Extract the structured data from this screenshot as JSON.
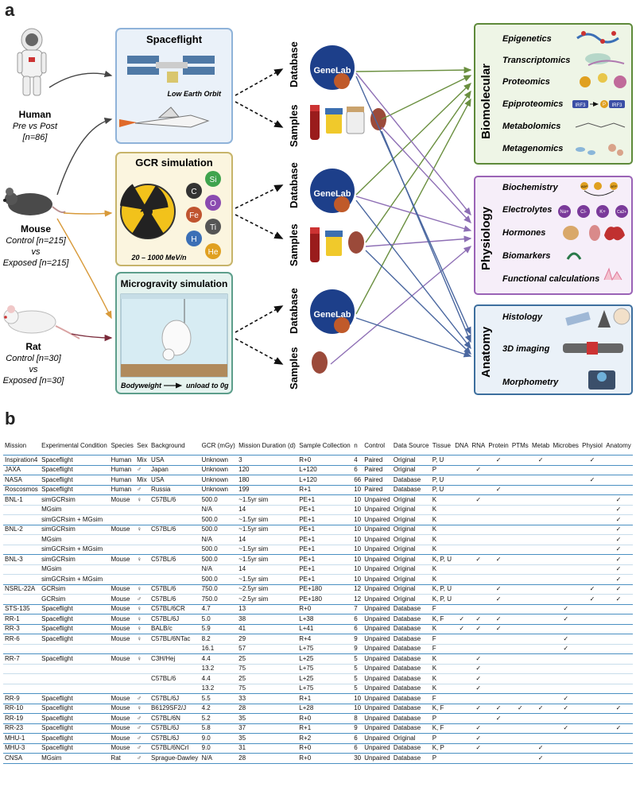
{
  "panel_a": {
    "letter": "a",
    "sources": {
      "human": {
        "name": "Human",
        "detail1": "Pre vs Post",
        "detail2": "[n=86]"
      },
      "mouse": {
        "name": "Mouse",
        "detail1": "Control [n=215]",
        "detail2": "vs",
        "detail3": "Exposed [n=215]"
      },
      "rat": {
        "name": "Rat",
        "detail1": "Control [n=30]",
        "detail2": "vs",
        "detail3": "Exposed [n=30]"
      }
    },
    "conditions": {
      "spaceflight": {
        "title": "Spaceflight",
        "caption": "Low Earth Orbit"
      },
      "gcr": {
        "title": "GCR simulation",
        "caption": "20 – 1000 MeV/n",
        "elements": [
          "Si",
          "C",
          "O",
          "Fe",
          "Ti",
          "H",
          "He"
        ]
      },
      "microgravity": {
        "title": "Microgravity simulation",
        "caption_left": "Bodyweight",
        "caption_right": "unload to 0g"
      }
    },
    "channels": {
      "database": "Database",
      "samples": "Samples",
      "genelab": "GeneLab"
    },
    "outputs": {
      "biomolecular": {
        "title": "Biomolecular",
        "items": [
          "Epigenetics",
          "Transcriptomics",
          "Proteomics",
          "Epiproteomics",
          "Metabolomics",
          "Metagenomics"
        ]
      },
      "physiology": {
        "title": "Physiology",
        "items": [
          "Biochemistry",
          "Electrolytes",
          "Hormones",
          "Biomarkers",
          "Functional calculations"
        ]
      },
      "anatomy": {
        "title": "Anatomy",
        "items": [
          "Histology",
          "3D imaging",
          "Morphometry"
        ]
      }
    },
    "icon_labels": {
      "irf3": "IRF3",
      "p": "P",
      "adp": "ADP",
      "atp": "ATP",
      "na": "Na+",
      "cl": "Cl-",
      "k": "K+",
      "ca": "Ca2+"
    }
  },
  "panel_b": {
    "letter": "b",
    "headers": [
      "Mission",
      "Experimental Condition",
      "Species",
      "Sex",
      "Background",
      "GCR (mGy)",
      "Mission Duration (d)",
      "Sample Collection",
      "n",
      "Control",
      "Data Source",
      "Tissue",
      "DNA",
      "RNA",
      "Protein",
      "PTMs",
      "Metab",
      "Microbes",
      "Physiol",
      "Anatomy"
    ],
    "rows": [
      {
        "m": "Inspiration4",
        "c": "Spaceflight",
        "sp": "Human",
        "sx": "Mix",
        "bg": "USA",
        "gcr": "Unknown",
        "d": "3",
        "sc": "R+0",
        "n": "4",
        "ctl": "Paired",
        "ds": "Original",
        "t": "P, U",
        "chk": [
          0,
          0,
          1,
          0,
          1,
          0,
          1,
          0
        ]
      },
      {
        "m": "JAXA",
        "c": "Spaceflight",
        "sp": "Human",
        "sx": "♂",
        "bg": "Japan",
        "gcr": "Unknown",
        "d": "120",
        "sc": "L+120",
        "n": "6",
        "ctl": "Paired",
        "ds": "Original",
        "t": "P",
        "chk": [
          0,
          1,
          0,
          0,
          0,
          0,
          0,
          0
        ]
      },
      {
        "m": "NASA",
        "c": "Spaceflight",
        "sp": "Human",
        "sx": "Mix",
        "bg": "USA",
        "gcr": "Unknown",
        "d": "180",
        "sc": "L+120",
        "n": "66",
        "ctl": "Paired",
        "ds": "Database",
        "t": "P, U",
        "chk": [
          0,
          0,
          0,
          0,
          0,
          0,
          1,
          0
        ]
      },
      {
        "m": "Roscosmos",
        "c": "Spaceflight",
        "sp": "Human",
        "sx": "♂",
        "bg": "Russia",
        "gcr": "Unknown",
        "d": "199",
        "sc": "R+1",
        "n": "10",
        "ctl": "Paired",
        "ds": "Database",
        "t": "P, U",
        "chk": [
          0,
          0,
          1,
          0,
          0,
          0,
          0,
          0
        ]
      },
      {
        "m": "BNL-1",
        "c": "simGCRsim",
        "sp": "Mouse",
        "sx": "♀",
        "bg": "C57BL/6",
        "gcr": "500.0",
        "d": "~1.5yr sim",
        "sc": "PE+1",
        "n": "10",
        "ctl": "Unpaired",
        "ds": "Original",
        "t": "K",
        "chk": [
          0,
          1,
          0,
          0,
          0,
          0,
          0,
          1
        ]
      },
      {
        "m": "",
        "c": "MGsim",
        "sp": "",
        "sx": "",
        "bg": "",
        "gcr": "N/A",
        "d": "14",
        "sc": "PE+1",
        "n": "10",
        "ctl": "Unpaired",
        "ds": "Original",
        "t": "K",
        "chk": [
          0,
          0,
          0,
          0,
          0,
          0,
          0,
          1
        ]
      },
      {
        "m": "",
        "c": "simGCRsim + MGsim",
        "sp": "",
        "sx": "",
        "bg": "",
        "gcr": "500.0",
        "d": "~1.5yr sim",
        "sc": "PE+1",
        "n": "10",
        "ctl": "Unpaired",
        "ds": "Original",
        "t": "K",
        "chk": [
          0,
          0,
          0,
          0,
          0,
          0,
          0,
          1
        ]
      },
      {
        "m": "BNL-2",
        "c": "simGCRsim",
        "sp": "Mouse",
        "sx": "♀",
        "bg": "C57BL/6",
        "gcr": "500.0",
        "d": "~1.5yr sim",
        "sc": "PE+1",
        "n": "10",
        "ctl": "Unpaired",
        "ds": "Original",
        "t": "K",
        "chk": [
          0,
          0,
          0,
          0,
          0,
          0,
          0,
          1
        ]
      },
      {
        "m": "",
        "c": "MGsim",
        "sp": "",
        "sx": "",
        "bg": "",
        "gcr": "N/A",
        "d": "14",
        "sc": "PE+1",
        "n": "10",
        "ctl": "Unpaired",
        "ds": "Original",
        "t": "K",
        "chk": [
          0,
          0,
          0,
          0,
          0,
          0,
          0,
          1
        ]
      },
      {
        "m": "",
        "c": "simGCRsim + MGsim",
        "sp": "",
        "sx": "",
        "bg": "",
        "gcr": "500.0",
        "d": "~1.5yr sim",
        "sc": "PE+1",
        "n": "10",
        "ctl": "Unpaired",
        "ds": "Original",
        "t": "K",
        "chk": [
          0,
          0,
          0,
          0,
          0,
          0,
          0,
          1
        ]
      },
      {
        "m": "BNL-3",
        "c": "simGCRsim",
        "sp": "Mouse",
        "sx": "♀",
        "bg": "C57BL/6",
        "gcr": "500.0",
        "d": "~1.5yr sim",
        "sc": "PE+1",
        "n": "10",
        "ctl": "Unpaired",
        "ds": "Original",
        "t": "K, P, U",
        "chk": [
          0,
          1,
          1,
          0,
          0,
          0,
          0,
          1
        ]
      },
      {
        "m": "",
        "c": "MGsim",
        "sp": "",
        "sx": "",
        "bg": "",
        "gcr": "N/A",
        "d": "14",
        "sc": "PE+1",
        "n": "10",
        "ctl": "Unpaired",
        "ds": "Original",
        "t": "K",
        "chk": [
          0,
          0,
          0,
          0,
          0,
          0,
          0,
          1
        ]
      },
      {
        "m": "",
        "c": "simGCRsim + MGsim",
        "sp": "",
        "sx": "",
        "bg": "",
        "gcr": "500.0",
        "d": "~1.5yr sim",
        "sc": "PE+1",
        "n": "10",
        "ctl": "Unpaired",
        "ds": "Original",
        "t": "K",
        "chk": [
          0,
          0,
          0,
          0,
          0,
          0,
          0,
          1
        ]
      },
      {
        "m": "NSRL-22A",
        "c": "GCRsim",
        "sp": "Mouse",
        "sx": "♀",
        "bg": "C57BL/6",
        "gcr": "750.0",
        "d": "~2.5yr sim",
        "sc": "PE+180",
        "n": "12",
        "ctl": "Unpaired",
        "ds": "Original",
        "t": "K, P, U",
        "chk": [
          0,
          0,
          1,
          0,
          0,
          0,
          1,
          1
        ]
      },
      {
        "m": "",
        "c": "GCRsim",
        "sp": "Mouse",
        "sx": "♂",
        "bg": "C57BL/6",
        "gcr": "750.0",
        "d": "~2.5yr sim",
        "sc": "PE+180",
        "n": "12",
        "ctl": "Unpaired",
        "ds": "Original",
        "t": "K, P, U",
        "chk": [
          0,
          0,
          1,
          0,
          0,
          0,
          1,
          1
        ]
      },
      {
        "m": "STS-135",
        "c": "Spaceflight",
        "sp": "Mouse",
        "sx": "♀",
        "bg": "C57BL/6CR",
        "gcr": "4.7",
        "d": "13",
        "sc": "R+0",
        "n": "7",
        "ctl": "Unpaired",
        "ds": "Database",
        "t": "F",
        "chk": [
          0,
          0,
          0,
          0,
          0,
          1,
          0,
          0
        ]
      },
      {
        "m": "RR-1",
        "c": "Spaceflight",
        "sp": "Mouse",
        "sx": "♀",
        "bg": "C57BL/6J",
        "gcr": "5.0",
        "d": "38",
        "sc": "L+38",
        "n": "6",
        "ctl": "Unpaired",
        "ds": "Database",
        "t": "K, F",
        "chk": [
          1,
          1,
          1,
          0,
          0,
          1,
          0,
          0
        ]
      },
      {
        "m": "RR-3",
        "c": "Spaceflight",
        "sp": "Mouse",
        "sx": "♀",
        "bg": "BALB/c",
        "gcr": "5.9",
        "d": "41",
        "sc": "L+41",
        "n": "6",
        "ctl": "Unpaired",
        "ds": "Database",
        "t": "K",
        "chk": [
          1,
          1,
          1,
          0,
          0,
          0,
          0,
          0
        ]
      },
      {
        "m": "RR-6",
        "c": "Spaceflight",
        "sp": "Mouse",
        "sx": "♀",
        "bg": "C57BL/6NTac",
        "gcr": "8.2",
        "d": "29",
        "sc": "R+4",
        "n": "9",
        "ctl": "Unpaired",
        "ds": "Database",
        "t": "F",
        "chk": [
          0,
          0,
          0,
          0,
          0,
          1,
          0,
          0
        ]
      },
      {
        "m": "",
        "c": "",
        "sp": "",
        "sx": "",
        "bg": "",
        "gcr": "16.1",
        "d": "57",
        "sc": "L+75",
        "n": "9",
        "ctl": "Unpaired",
        "ds": "Database",
        "t": "F",
        "chk": [
          0,
          0,
          0,
          0,
          0,
          1,
          0,
          0
        ]
      },
      {
        "m": "RR-7",
        "c": "Spaceflight",
        "sp": "Mouse",
        "sx": "♀",
        "bg": "C3H/Hej",
        "gcr": "4.4",
        "d": "25",
        "sc": "L+25",
        "n": "5",
        "ctl": "Unpaired",
        "ds": "Database",
        "t": "K",
        "chk": [
          0,
          1,
          0,
          0,
          0,
          0,
          0,
          0
        ]
      },
      {
        "m": "",
        "c": "",
        "sp": "",
        "sx": "",
        "bg": "",
        "gcr": "13.2",
        "d": "75",
        "sc": "L+75",
        "n": "5",
        "ctl": "Unpaired",
        "ds": "Database",
        "t": "K",
        "chk": [
          0,
          1,
          0,
          0,
          0,
          0,
          0,
          0
        ]
      },
      {
        "m": "",
        "c": "",
        "sp": "",
        "sx": "",
        "bg": "C57BL/6",
        "gcr": "4.4",
        "d": "25",
        "sc": "L+25",
        "n": "5",
        "ctl": "Unpaired",
        "ds": "Database",
        "t": "K",
        "chk": [
          0,
          1,
          0,
          0,
          0,
          0,
          0,
          0
        ]
      },
      {
        "m": "",
        "c": "",
        "sp": "",
        "sx": "",
        "bg": "",
        "gcr": "13.2",
        "d": "75",
        "sc": "L+75",
        "n": "5",
        "ctl": "Unpaired",
        "ds": "Database",
        "t": "K",
        "chk": [
          0,
          1,
          0,
          0,
          0,
          0,
          0,
          0
        ]
      },
      {
        "m": "RR-9",
        "c": "Spaceflight",
        "sp": "Mouse",
        "sx": "♂",
        "bg": "C57BL/6J",
        "gcr": "5.5",
        "d": "33",
        "sc": "R+1",
        "n": "10",
        "ctl": "Unpaired",
        "ds": "Database",
        "t": "F",
        "chk": [
          0,
          0,
          0,
          0,
          0,
          1,
          0,
          0
        ]
      },
      {
        "m": "RR-10",
        "c": "Spaceflight",
        "sp": "Mouse",
        "sx": "♀",
        "bg": "B6129SF2/J",
        "gcr": "4.2",
        "d": "28",
        "sc": "L+28",
        "n": "10",
        "ctl": "Unpaired",
        "ds": "Database",
        "t": "K, F",
        "chk": [
          0,
          1,
          1,
          1,
          1,
          1,
          0,
          1
        ]
      },
      {
        "m": "RR-19",
        "c": "Spaceflight",
        "sp": "Mouse",
        "sx": "♂",
        "bg": "C57BL/6N",
        "gcr": "5.2",
        "d": "35",
        "sc": "R+0",
        "n": "8",
        "ctl": "Unpaired",
        "ds": "Database",
        "t": "P",
        "chk": [
          0,
          0,
          1,
          0,
          0,
          0,
          0,
          0
        ]
      },
      {
        "m": "RR-23",
        "c": "Spaceflight",
        "sp": "Mouse",
        "sx": "♂",
        "bg": "C57BL/6J",
        "gcr": "5.8",
        "d": "37",
        "sc": "R+1",
        "n": "9",
        "ctl": "Unpaired",
        "ds": "Database",
        "t": "K, F",
        "chk": [
          0,
          1,
          0,
          0,
          0,
          1,
          0,
          1
        ]
      },
      {
        "m": "MHU-1",
        "c": "Spaceflight",
        "sp": "Mouse",
        "sx": "♂",
        "bg": "C57BL/6J",
        "gcr": "9.0",
        "d": "35",
        "sc": "R+2",
        "n": "6",
        "ctl": "Unpaired",
        "ds": "Original",
        "t": "P",
        "chk": [
          0,
          1,
          0,
          0,
          0,
          0,
          0,
          0
        ]
      },
      {
        "m": "MHU-3",
        "c": "Spaceflight",
        "sp": "Mouse",
        "sx": "♂",
        "bg": "C57BL/6NCrl",
        "gcr": "9.0",
        "d": "31",
        "sc": "R+0",
        "n": "6",
        "ctl": "Unpaired",
        "ds": "Database",
        "t": "K, P",
        "chk": [
          0,
          1,
          0,
          0,
          1,
          0,
          0,
          0
        ]
      },
      {
        "m": "CNSA",
        "c": "MGsim",
        "sp": "Rat",
        "sx": "♂",
        "bg": "Sprague-Dawley",
        "gcr": "N/A",
        "d": "28",
        "sc": "R+0",
        "n": "30",
        "ctl": "Unpaired",
        "ds": "Database",
        "t": "P",
        "chk": [
          0,
          0,
          0,
          0,
          1,
          0,
          0,
          0
        ]
      }
    ],
    "check_mark": "✓",
    "colors": {
      "table_line": "#4a90c2"
    }
  },
  "colors": {
    "biomolecular": "#5e8a3a",
    "physiology": "#9a63b6",
    "anatomy": "#3d6f9e",
    "spaceflight_bg": "#eaf1f9",
    "gcr_bg": "#fbf5df",
    "micro_bg": "#e5f3ef",
    "arrow_green": "#6a8f3f",
    "arrow_purple": "#8e6fb5",
    "arrow_blue": "#4a67a0"
  }
}
